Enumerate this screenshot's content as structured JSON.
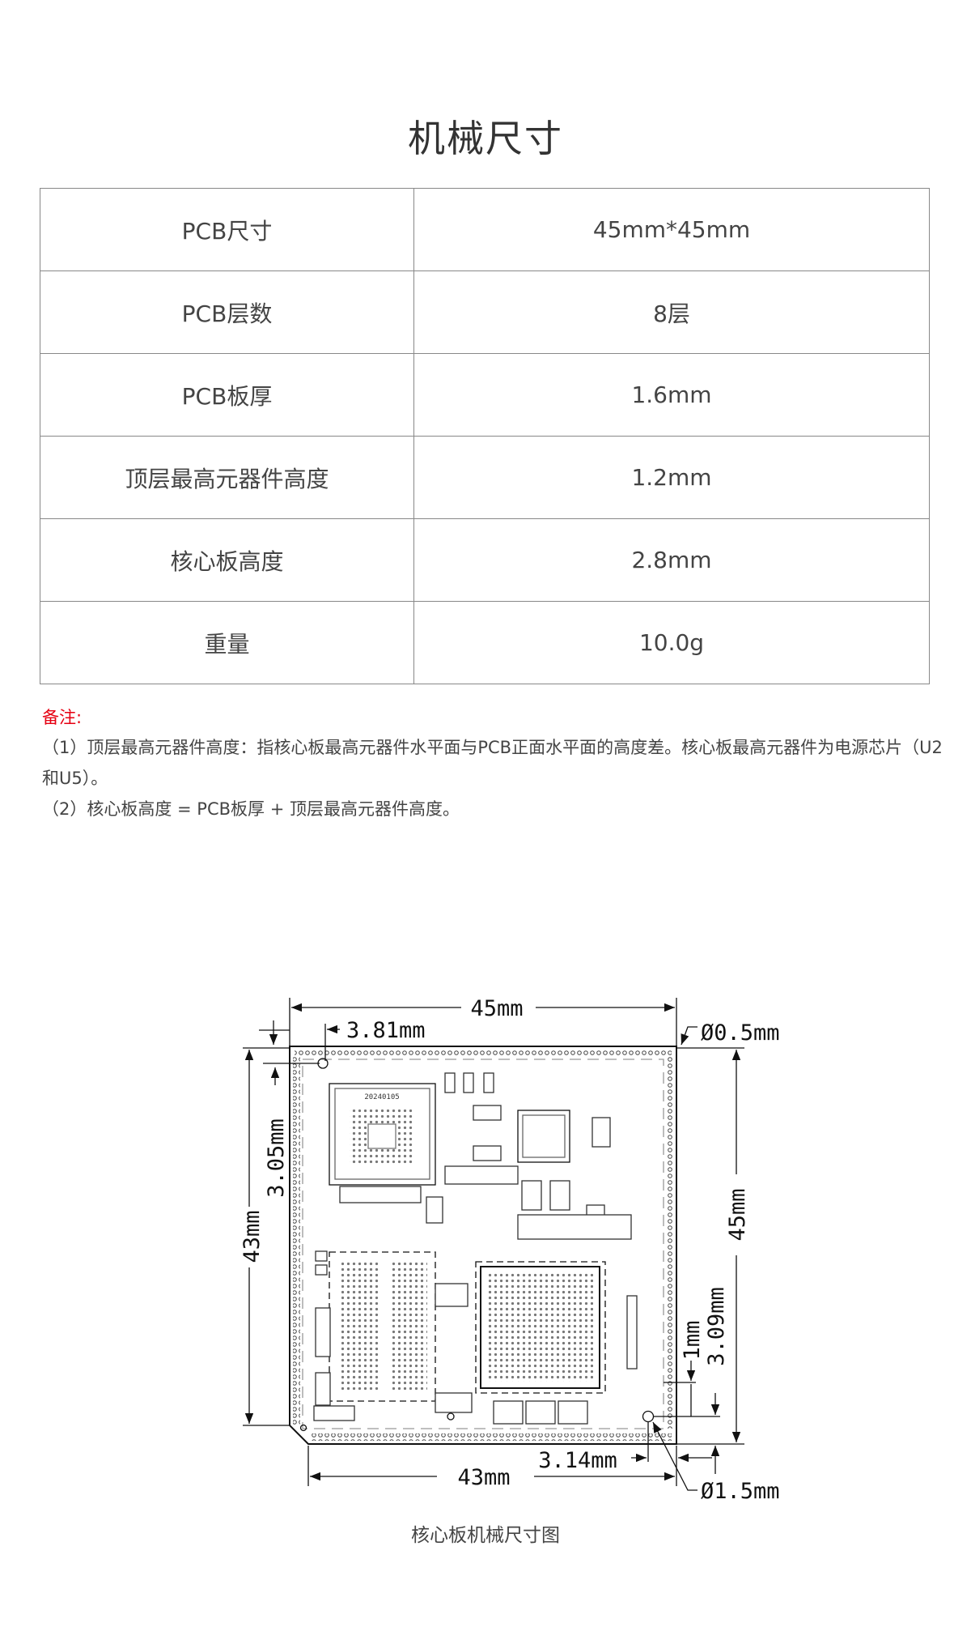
{
  "title": "机械尺寸",
  "specs": [
    {
      "label": "PCB尺寸",
      "value": "45mm*45mm"
    },
    {
      "label": "PCB层数",
      "value": "8层"
    },
    {
      "label": "PCB板厚",
      "value": "1.6mm"
    },
    {
      "label": "顶层最高元器件高度",
      "value": "1.2mm"
    },
    {
      "label": "核心板高度",
      "value": "2.8mm"
    },
    {
      "label": "重量",
      "value": "10.0g"
    }
  ],
  "notes": {
    "heading": "备注:",
    "items": [
      "（1）顶层最高元器件高度：指核心板最高元器件水平面与PCB正面水平面的高度差。核心板最高元器件为电源芯片（U2和U5）。",
      "（2）核心板高度 = PCB板厚 + 顶层最高元器件高度。"
    ]
  },
  "drawing": {
    "dims": {
      "top_width": "45mm",
      "hole_offset_x": "3.81mm",
      "hole_small": "Ø0.5mm",
      "left_height": "43mm",
      "hole_offset_y": "3.05mm",
      "right_height": "45mm",
      "edge_1mm": "1mm",
      "hole_offset_y2": "3.09mm",
      "bottom_width": "43mm",
      "hole_offset_x2": "3.14mm",
      "hole_large": "Ø1.5mm"
    },
    "chip_marking": "20240105",
    "caption": "核心板机械尺寸图"
  }
}
